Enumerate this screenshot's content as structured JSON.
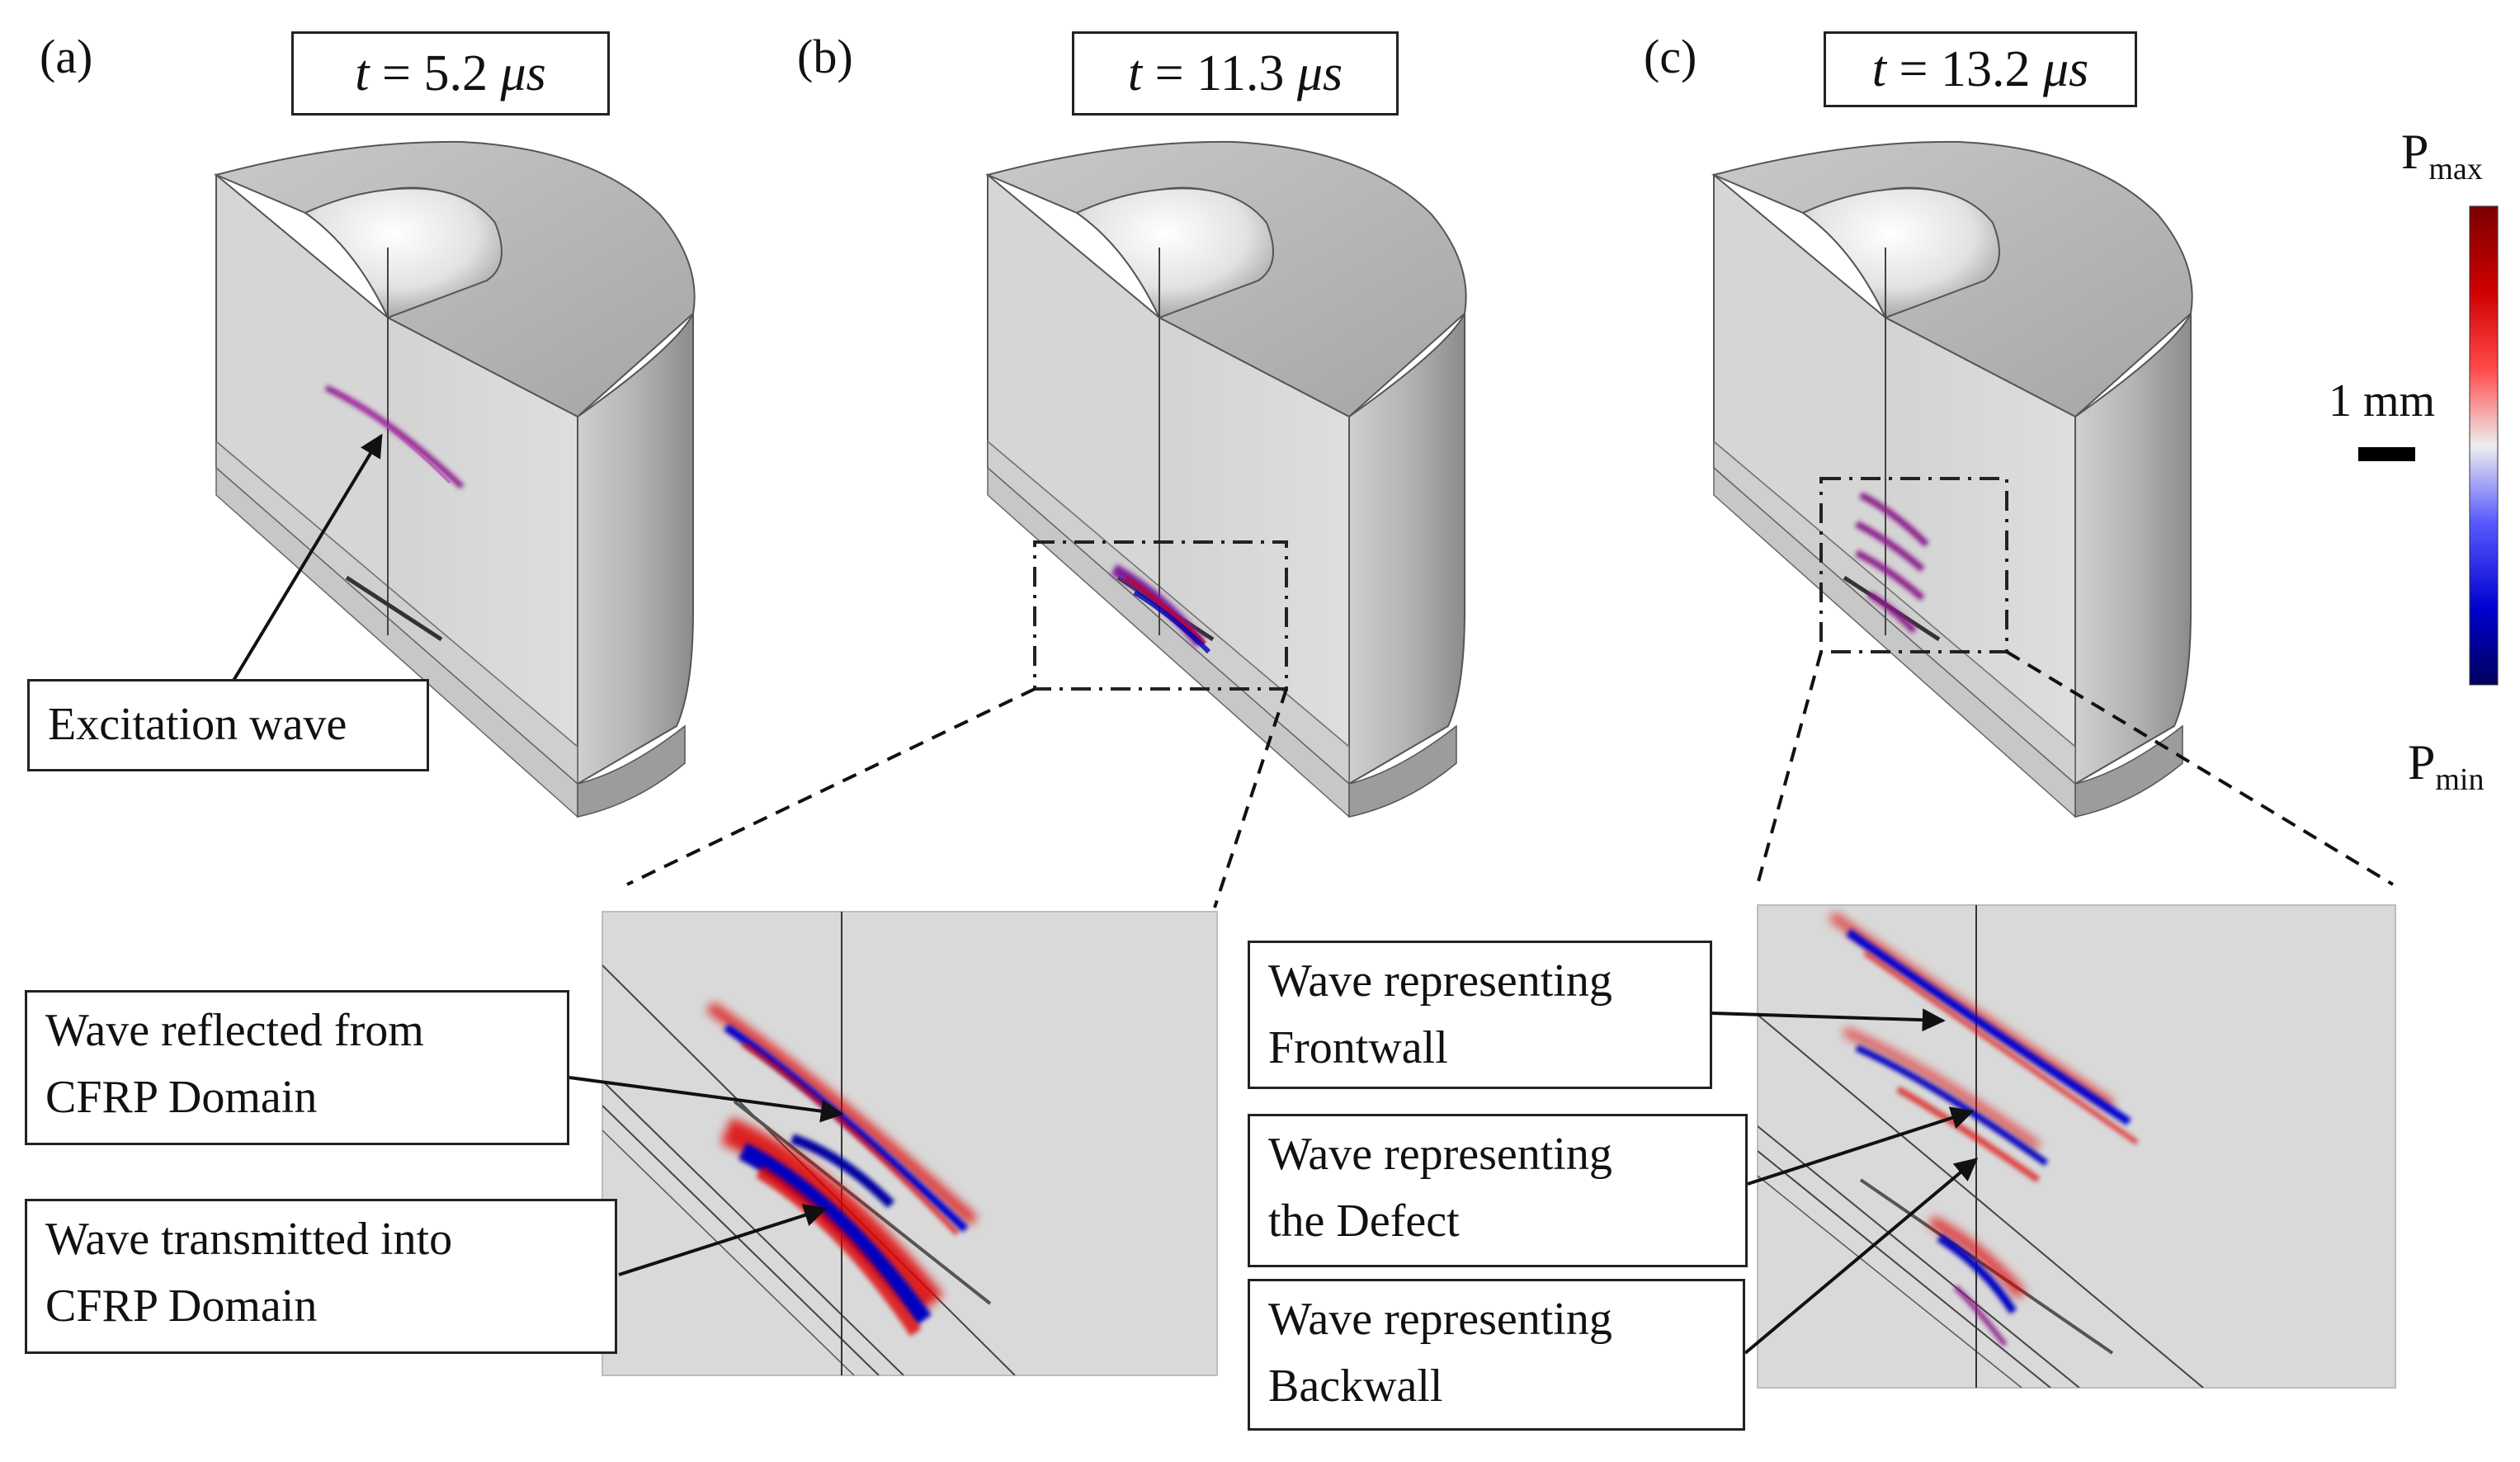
{
  "panels": [
    {
      "letter": "(a)",
      "time_var": "t",
      "time_eq": " = 5.2 ",
      "time_unit": "μs"
    },
    {
      "letter": "(b)",
      "time_var": "t",
      "time_eq": " = 11.3 ",
      "time_unit": "μs"
    },
    {
      "letter": "(c)",
      "time_var": "t",
      "time_eq": " = 13.2 ",
      "time_unit": "μs"
    }
  ],
  "annotations": {
    "excitation": [
      "Excitation wave"
    ],
    "reflected": [
      "Wave reflected from",
      "CFRP Domain"
    ],
    "transmitted": [
      "Wave transmitted into",
      "CFRP Domain"
    ],
    "frontwall": [
      "Wave representing",
      "Frontwall"
    ],
    "defect": [
      "Wave representing",
      "the Defect"
    ],
    "backwall": [
      "Wave representing",
      "Backwall"
    ]
  },
  "colorbar": {
    "max_label": "P",
    "max_sub": "max",
    "min_label": "P",
    "min_sub": "min",
    "scale_label": "1 mm",
    "colors": [
      "#7a0000",
      "#e00000",
      "#ff9090",
      "#ececec",
      "#8c8cff",
      "#0000e0",
      "#00006e"
    ]
  },
  "colors": {
    "geometry_light": "#d9d9d9",
    "geometry_mid": "#bdbdbd",
    "geometry_dark": "#8f8f8f",
    "wave_red": "#e00000",
    "wave_blue": "#0000d0",
    "wave_purple": "#8a1a8a"
  }
}
